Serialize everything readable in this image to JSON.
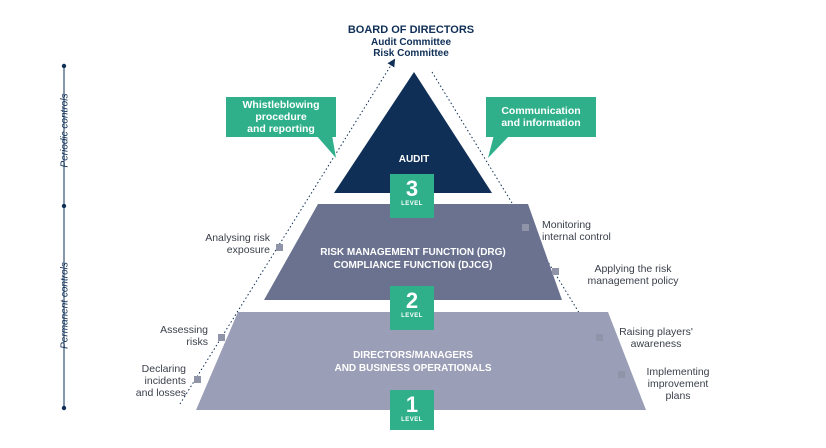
{
  "board": {
    "title": "BOARD OF DIRECTORS",
    "line1": "Audit Committee",
    "line2": "Risk Committee"
  },
  "side_labels": {
    "periodic": "Periodic controls",
    "permanent": "Permanent controls"
  },
  "tiers": {
    "audit": "AUDIT",
    "risk": "RISK MANAGEMENT FUNCTION (DRG)\nCOMPLIANCE FUNCTION (DJCG)",
    "operations": "DIRECTORS/MANAGERS\nAND BUSINESS OPERATIONALS"
  },
  "levels": [
    {
      "number": "3",
      "word": "LEVEL"
    },
    {
      "number": "2",
      "word": "LEVEL"
    },
    {
      "number": "1",
      "word": "LEVEL"
    }
  ],
  "callouts": {
    "left": "Whistleblowing\nprocedure\nand reporting",
    "right": "Communication\nand information"
  },
  "left_annotations": [
    "Analysing risk\nexposure",
    "Assessing\nrisks",
    "Declaring\nincidents\nand losses"
  ],
  "right_annotations": [
    "Monitoring\ninternal control",
    "Applying the risk\nmanagement policy",
    "Raising players'\nawareness",
    "Implementing\nimprovement\nplans"
  ],
  "colors": {
    "navy": "#0f2f57",
    "slate": "#6a7290",
    "lavender": "#9a9eb6",
    "green": "#2fb08b",
    "marker": "#8f94a8"
  }
}
